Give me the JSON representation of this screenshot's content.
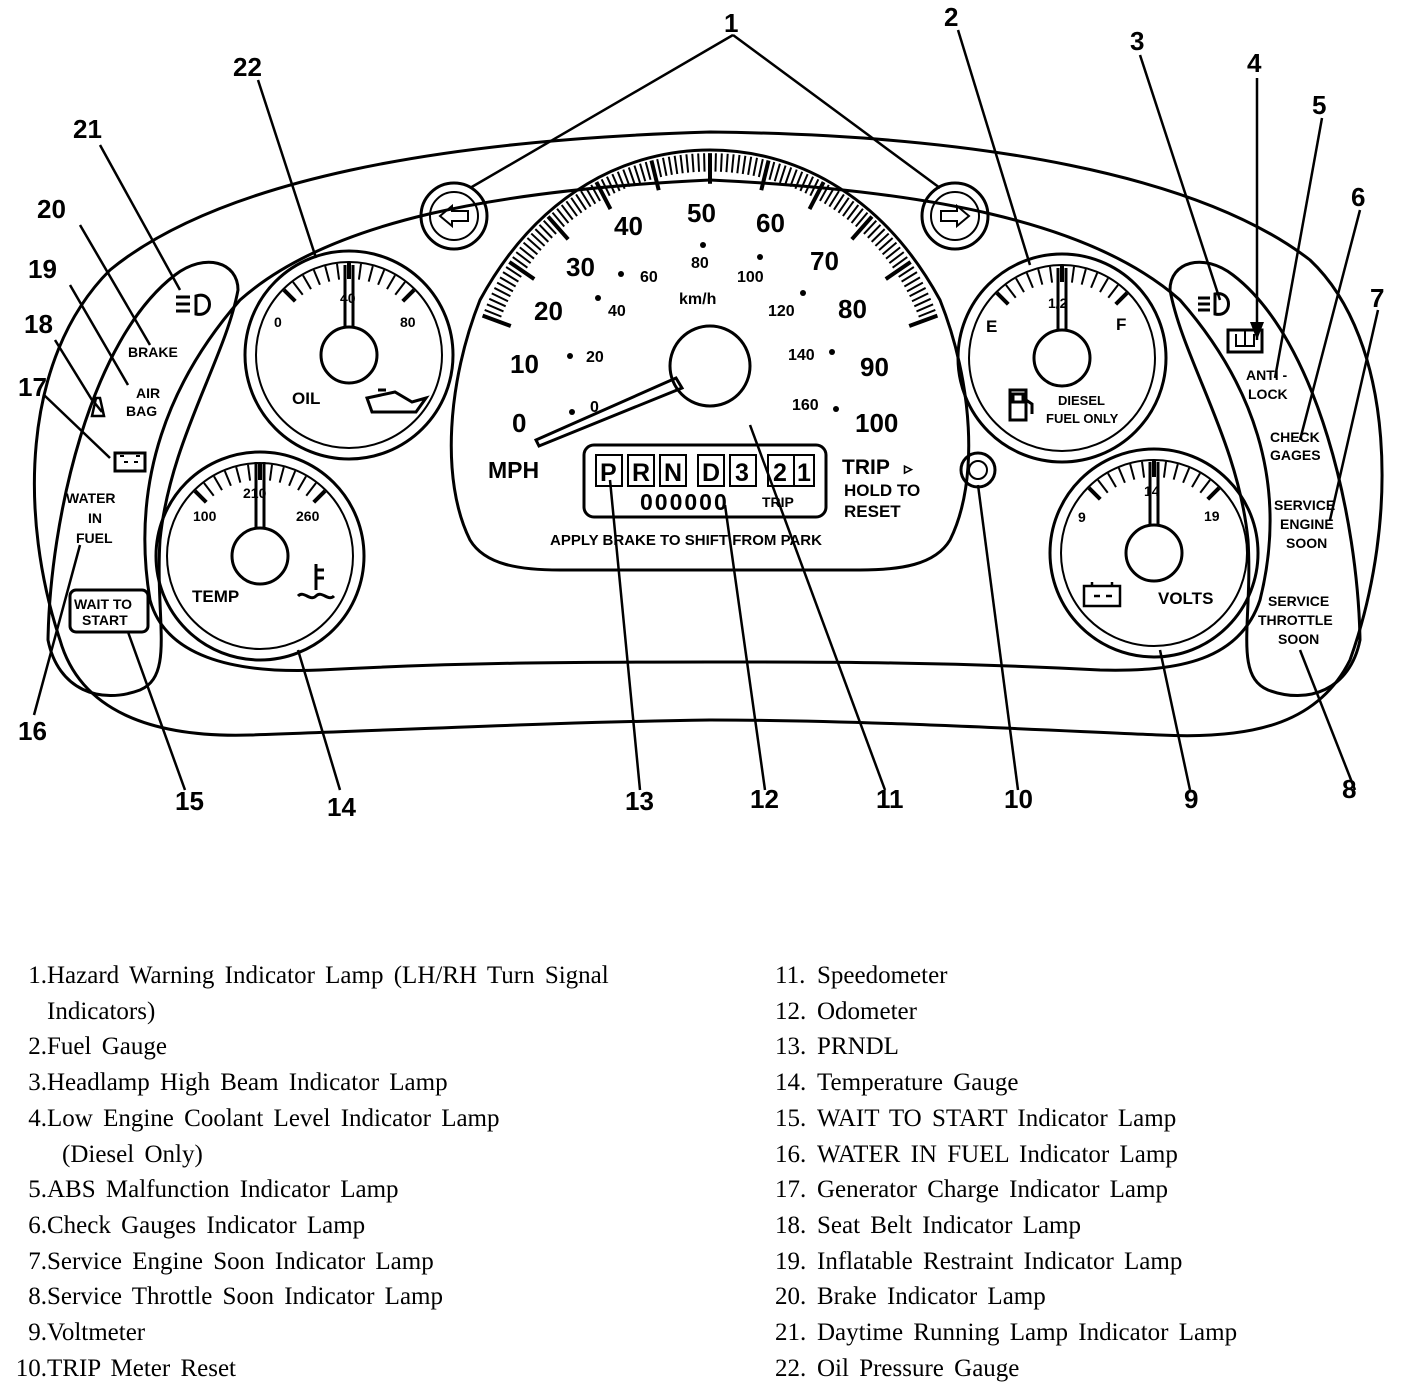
{
  "callouts": [
    "1",
    "2",
    "3",
    "4",
    "5",
    "6",
    "7",
    "8",
    "9",
    "10",
    "11",
    "12",
    "13",
    "14",
    "15",
    "16",
    "17",
    "18",
    "19",
    "20",
    "21",
    "22"
  ],
  "speedometer": {
    "mph_ticks": [
      "0",
      "10",
      "20",
      "30",
      "40",
      "50",
      "60",
      "70",
      "80",
      "90",
      "100"
    ],
    "kmh_ticks": [
      "0",
      "20",
      "40",
      "60",
      "80",
      "100",
      "120",
      "140",
      "160"
    ],
    "kmh_unit": "km/h",
    "mph_unit": "MPH",
    "prndl": [
      "P",
      "R",
      "N",
      "D",
      "3",
      "2",
      "1"
    ],
    "odometer": "000000",
    "trip_small": "TRIP",
    "trip_label": "TRIP",
    "trip_arrow": "▹",
    "hold_to": "HOLD TO",
    "reset": "RESET",
    "brake_notice": "APPLY BRAKE TO SHIFT FROM PARK"
  },
  "oil_gauge": {
    "min": "0",
    "mid": "40",
    "max": "80",
    "label": "OIL"
  },
  "temp_gauge": {
    "min": "100",
    "mid": "210",
    "max": "260",
    "label": "TEMP"
  },
  "fuel_gauge": {
    "empty": "E",
    "half": "1/2",
    "full": "F",
    "label_line1": "DIESEL",
    "label_line2": "FUEL ONLY"
  },
  "volt_gauge": {
    "min": "9",
    "mid": "14",
    "max": "19",
    "label": "VOLTS"
  },
  "left_lamps": {
    "brake": "BRAKE",
    "air": "AIR",
    "bag": "BAG",
    "water": "WATER",
    "in": "IN",
    "fuel": "FUEL",
    "wait_to": "WAIT TO",
    "start": "START"
  },
  "right_lamps": {
    "anti": "ANTI -",
    "lock": "LOCK",
    "check": "CHECK",
    "gages": "GAGES",
    "service1": "SERVICE",
    "engine": "ENGINE",
    "soon1": "SOON",
    "service2": "SERVICE",
    "throttle": "THROTTLE",
    "soon2": "SOON"
  },
  "legend_left": [
    {
      "num": "1.",
      "text": "Hazard Warning Indicator Lamp (LH/RH Turn Signal",
      "cont": "Indicators)"
    },
    {
      "num": "2.",
      "text": "Fuel Gauge"
    },
    {
      "num": "3.",
      "text": "Headlamp High Beam Indicator Lamp"
    },
    {
      "num": "4.",
      "text": "Low Engine Coolant Level Indicator Lamp",
      "cont": "(Diesel Only)"
    },
    {
      "num": "5.",
      "text": "ABS Malfunction Indicator Lamp"
    },
    {
      "num": "6.",
      "text": "Check Gauges Indicator Lamp"
    },
    {
      "num": "7.",
      "text": "Service Engine Soon Indicator Lamp"
    },
    {
      "num": "8.",
      "text": "Service Throttle Soon Indicator Lamp"
    },
    {
      "num": "9.",
      "text": "Voltmeter"
    },
    {
      "num": "10.",
      "text": "TRIP Meter Reset"
    }
  ],
  "legend_right": [
    {
      "num": "11.",
      "text": "Speedometer"
    },
    {
      "num": "12.",
      "text": "Odometer"
    },
    {
      "num": "13.",
      "text": "PRNDL"
    },
    {
      "num": "14.",
      "text": "Temperature Gauge"
    },
    {
      "num": "15.",
      "text": "WAIT TO START Indicator Lamp"
    },
    {
      "num": "16.",
      "text": "WATER IN FUEL Indicator Lamp"
    },
    {
      "num": "17.",
      "text": "Generator Charge Indicator Lamp"
    },
    {
      "num": "18.",
      "text": "Seat Belt Indicator Lamp"
    },
    {
      "num": "19.",
      "text": "Inflatable Restraint Indicator Lamp"
    },
    {
      "num": "20.",
      "text": "Brake Indicator Lamp"
    },
    {
      "num": "21.",
      "text": "Daytime Running Lamp Indicator Lamp"
    },
    {
      "num": "22.",
      "text": "Oil Pressure Gauge"
    }
  ]
}
